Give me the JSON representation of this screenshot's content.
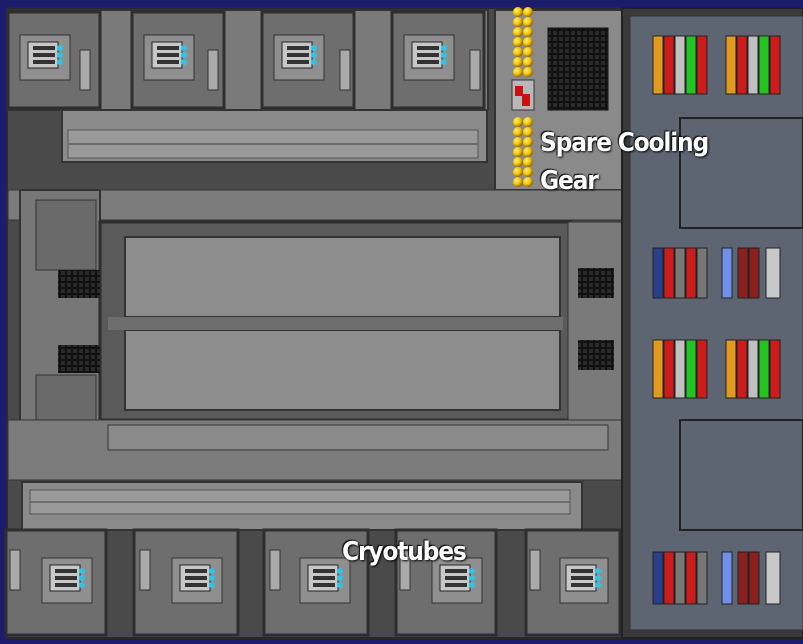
{
  "map": {
    "labels": {
      "spare_cooling_line1": "Spare Cooling",
      "spare_cooling_line2": "Gear",
      "cryotubes": "Cryotubes"
    },
    "colors": {
      "background": "#1c1c6e",
      "wall": "#3c3c3c",
      "floor": "#8a8a8a",
      "floor_dark": "#5e5e5e",
      "storage_floor": "#5d6472",
      "cooling_gear": "#f2c200",
      "cryo_accent": "#2fc4e6",
      "alarm_red": "#cc1010"
    },
    "icons": [
      "cryotube-icon",
      "cooling-gear-icon",
      "server-rack-icon",
      "crate-icon"
    ]
  }
}
